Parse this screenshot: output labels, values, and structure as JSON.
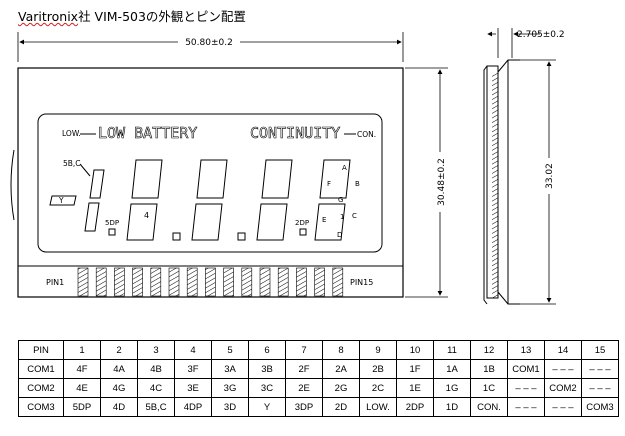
{
  "title": {
    "brand": "Varitronix",
    "rest": "社 VIM-503の外観とピン配置"
  },
  "dims": {
    "width": "50.80±0.2",
    "height": "30.48±0.2",
    "depth": "33.02",
    "thickness": "2.705±0.2"
  },
  "lcd": {
    "low_left": "LOW.",
    "low_battery": "LOW BATTERY",
    "continuity": "CONTINUITY",
    "con": "CON.",
    "label_5bc": "5B,C",
    "label_y": "Y",
    "label_5dp": "5DP",
    "label_4": "4",
    "label_2dp": "2DP",
    "seg_a": "A",
    "seg_b": "B",
    "seg_c": "C",
    "seg_d": "D",
    "seg_e": "E",
    "seg_f": "F",
    "seg_g": "G",
    "seg_1": "1",
    "pin1": "PIN1",
    "pin15": "PIN15"
  },
  "table": {
    "header": [
      "PIN",
      "1",
      "2",
      "3",
      "4",
      "5",
      "6",
      "7",
      "8",
      "9",
      "10",
      "11",
      "12",
      "13",
      "14",
      "15"
    ],
    "rows": [
      [
        "COM1",
        "4F",
        "4A",
        "4B",
        "3F",
        "3A",
        "3B",
        "2F",
        "2A",
        "2B",
        "1F",
        "1A",
        "1B",
        "COM1",
        "– – –",
        "– – –"
      ],
      [
        "COM2",
        "4E",
        "4G",
        "4C",
        "3E",
        "3G",
        "3C",
        "2E",
        "2G",
        "2C",
        "1E",
        "1G",
        "1C",
        "– – –",
        "COM2",
        "– – –"
      ],
      [
        "COM3",
        "5DP",
        "4D",
        "5B,C",
        "4DP",
        "3D",
        "Y",
        "3DP",
        "2D",
        "LOW.",
        "2DP",
        "1D",
        "CON.",
        "– – –",
        "– – –",
        "COM3"
      ]
    ]
  }
}
